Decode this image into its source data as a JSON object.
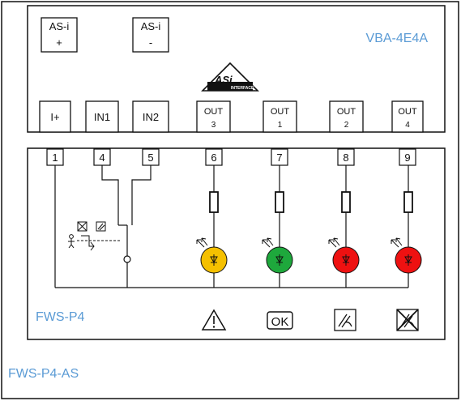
{
  "colors": {
    "line": "#111111",
    "accent_blue": "#5b9bd5",
    "led_yellow": "#f5c000",
    "led_green": "#1ea83c",
    "led_red": "#ee1111"
  },
  "module": {
    "name": "VBA-4E4A",
    "logo_icon": "asi-interface-logo",
    "logo_text": "ASi",
    "logo_subtext": "INTERFACE",
    "asi_terminals": [
      {
        "line1": "AS-i",
        "line2": "+"
      },
      {
        "line1": "AS-i",
        "line2": "-"
      }
    ],
    "io_terminals": [
      "I+",
      "IN1",
      "IN2"
    ],
    "outputs": [
      {
        "label": "OUT",
        "number": "3"
      },
      {
        "label": "OUT",
        "number": "1"
      },
      {
        "label": "OUT",
        "number": "2"
      },
      {
        "label": "OUT",
        "number": "4"
      }
    ]
  },
  "panel": {
    "name": "FWS-P4",
    "terminals": [
      "1",
      "4",
      "5",
      "6",
      "7",
      "8",
      "9"
    ],
    "leds": [
      "yellow",
      "green",
      "red",
      "red"
    ],
    "symbols": [
      "warning-triangle-icon",
      "ok-box-icon",
      "hand-pen-icon",
      "crossed-pen-icon"
    ],
    "ok_text": "OK"
  },
  "assembly": {
    "name": "FWS-P4-AS"
  }
}
